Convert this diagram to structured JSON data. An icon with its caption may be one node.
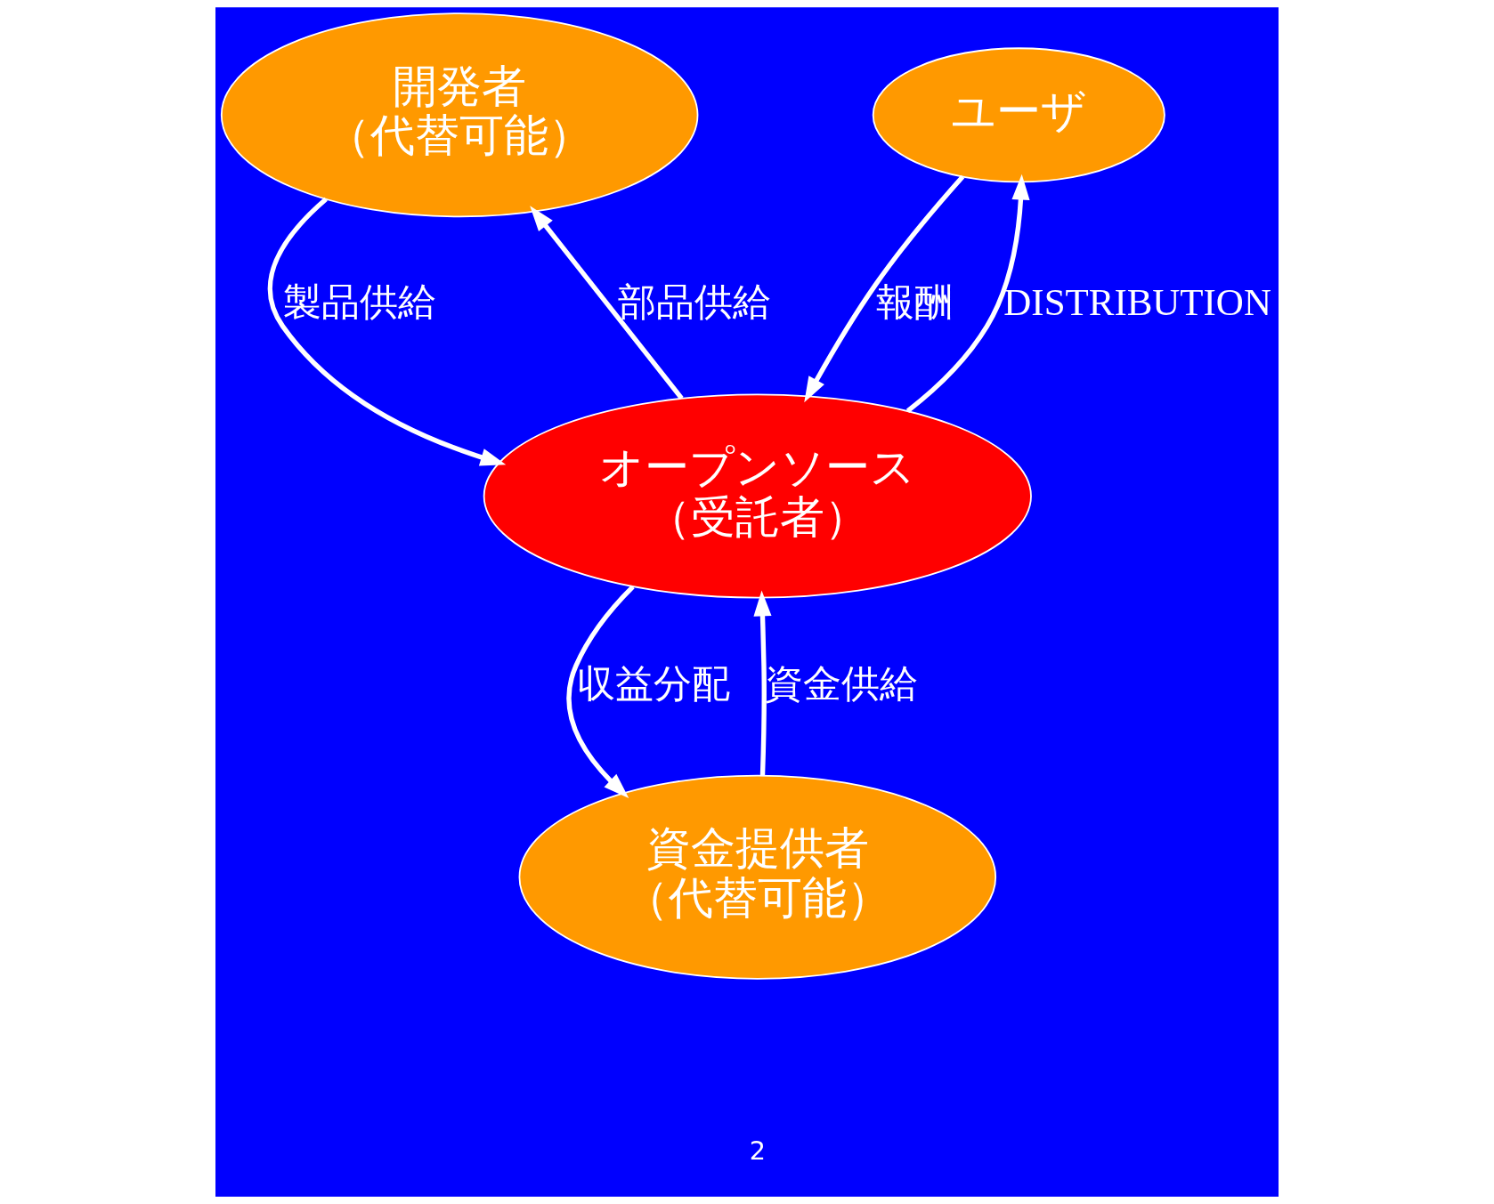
{
  "diagram": {
    "nodes": [
      {
        "text": [
          "開発者",
          "（代替可能）"
        ]
      },
      {
        "text": [
          "ユーザ"
        ]
      },
      {
        "text": [
          "オープンソース",
          "（受託者）"
        ]
      },
      {
        "text": [
          "資金提供者",
          "（代替可能）"
        ]
      }
    ],
    "edges": [
      {
        "from": 0,
        "to": 2,
        "arrow": "to",
        "label": "製品供給"
      },
      {
        "from": 2,
        "to": 1,
        "arrow": "to",
        "label": "DISTRIBUTION"
      },
      {
        "from": 1,
        "to": 2,
        "arrow": "to",
        "label": "報酬"
      },
      {
        "from": 2,
        "to": 0,
        "arrow": "to",
        "label": "部品供給"
      },
      {
        "from": 3,
        "to": 2,
        "arrow": "to",
        "label": "資金供給"
      },
      {
        "from": 2,
        "to": 3,
        "arrow": "to",
        "label": "収益分配"
      }
    ],
    "labels": [
      "2"
    ]
  }
}
